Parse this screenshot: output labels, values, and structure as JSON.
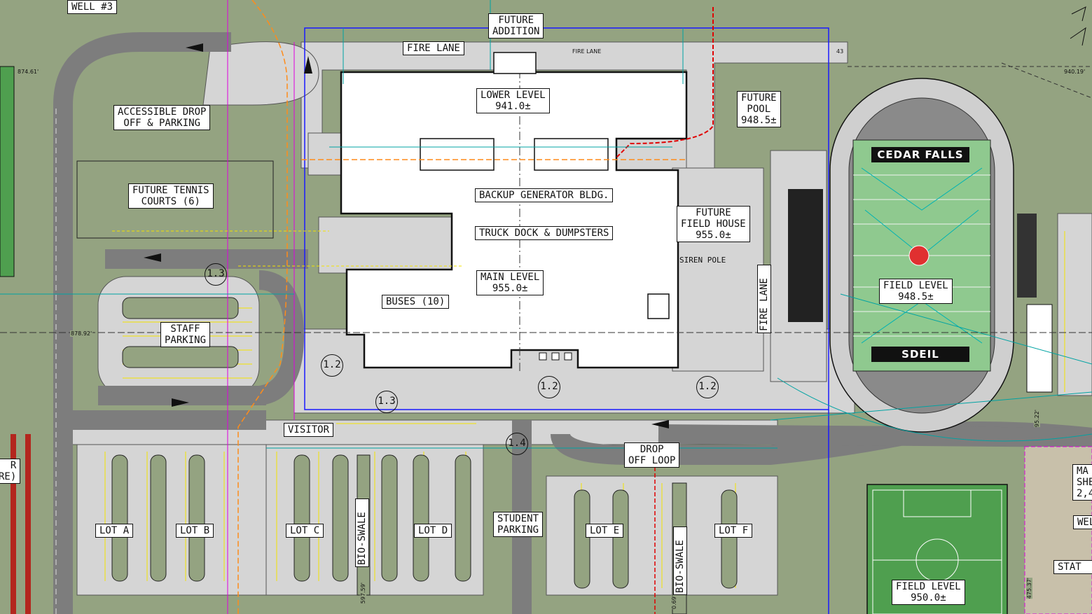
{
  "labels": {
    "well": "WELL #3",
    "future_addition": [
      "FUTURE",
      "ADDITION"
    ],
    "fire_lane_top": "FIRE LANE",
    "lower_level": [
      "LOWER LEVEL",
      "941.0±"
    ],
    "future_pool": [
      "FUTURE",
      "POOL",
      "948.5±"
    ],
    "accessible_drop": [
      "ACCESSIBLE DROP",
      "OFF & PARKING"
    ],
    "future_tennis": [
      "FUTURE TENNIS",
      "COURTS (6)"
    ],
    "backup_generator": "BACKUP GENERATOR BLDG.",
    "truck_dock": "TRUCK DOCK & DUMPSTERS",
    "future_field_house": [
      "FUTURE",
      "FIELD HOUSE",
      "955.0±"
    ],
    "siren_pole": "SIREN POLE",
    "main_level": [
      "MAIN LEVEL",
      "955.0±"
    ],
    "buses": "BUSES (10)",
    "staff_parking": [
      "STAFF",
      "PARKING"
    ],
    "fire_lane_east": "FIRE LANE",
    "field_level_stadium": [
      "FIELD LEVEL",
      "948.5±"
    ],
    "visitor": "VISITOR",
    "drop_off_loop": [
      "DROP",
      "OFF LOOP"
    ],
    "student_parking": [
      "STUDENT",
      "PARKING"
    ],
    "lot_a": "LOT A",
    "lot_b": "LOT B",
    "lot_c": "LOT C",
    "lot_d": "LOT D",
    "lot_e": "LOT E",
    "lot_f": "LOT F",
    "bio_swale_1": "BIO-SWALE",
    "bio_swale_2": "BIO-SWALE",
    "field_level_soccer": [
      "FIELD LEVEL",
      "950.0±"
    ],
    "left_edge_partial": [
      "R",
      "RE)"
    ],
    "right_edge_partial_1": [
      "MA",
      "SHE",
      "2,4"
    ],
    "right_edge_partial_2": "WEL",
    "right_edge_partial_3": "STAT"
  },
  "endzones": {
    "top": "CEDAR FALLS",
    "bottom": "SDEIL"
  },
  "phase_markers": {
    "p1": "1.3",
    "p2": "1.2",
    "p3": "1.3",
    "p4": "1.2",
    "p5": "1.2",
    "p6": "1.4"
  },
  "dimensions": {
    "d1": "874.61'",
    "d2": "940.19'",
    "d3": "878.92'",
    "d4": "597.59'",
    "d5": "0.69'",
    "d6": "95.22'",
    "d7": "475.37'",
    "fire_lane_small": "FIRE LANE",
    "num43": "43"
  },
  "colors": {
    "grass": "#94a381",
    "pavement": "#d5d5d5",
    "road": "#7d7d7d",
    "building": "#ffffff",
    "field_turf": "#8fc98f",
    "track": "#cfcfcf",
    "property_line": "#1a1aff",
    "utility_cyan": "#00a3a3",
    "fire_line_red": "#e00000",
    "gas_orange": "#ff8c1a",
    "electric_magenta": "#e000e0"
  }
}
